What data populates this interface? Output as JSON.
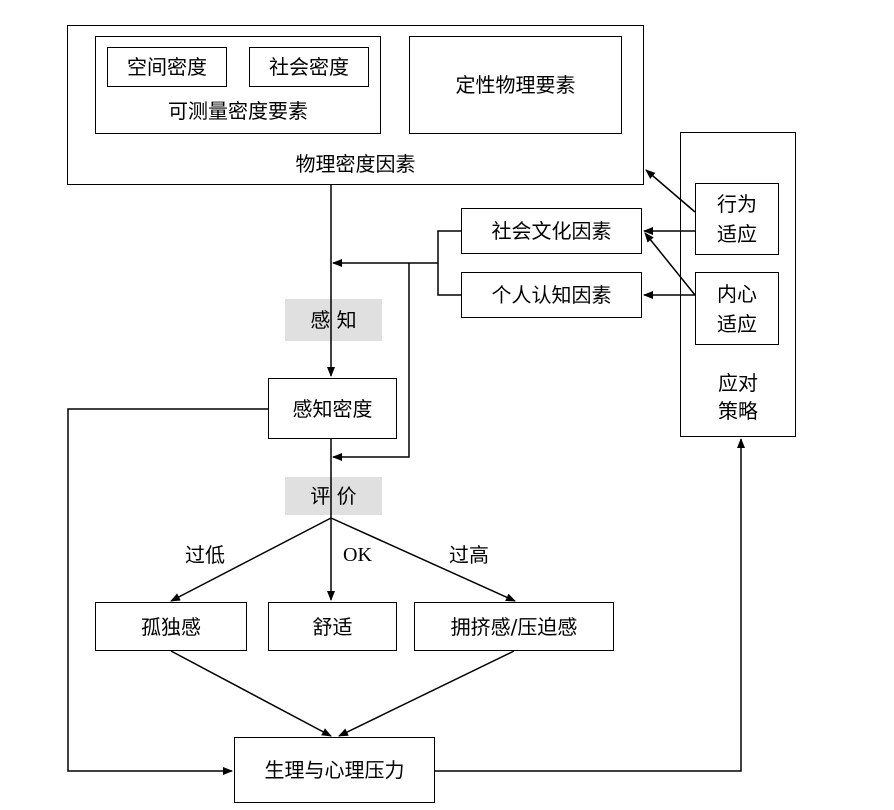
{
  "nodes": {
    "physical_density_factors": "物理密度因素",
    "measurable_density_elements": "可测量密度要素",
    "spatial_density": "空间密度",
    "social_density": "社会密度",
    "qualitative_physical_elements": "定性物理要素",
    "sociocultural_factors": "社会文化因素",
    "personal_cognitive_factors": "个人认知因素",
    "perceived_density": "感知密度",
    "isolation": "孤独感",
    "comfort": "舒适",
    "crowding": "拥挤感/压迫感",
    "stress": "生理与心理压力",
    "behavioral_adaptation_line1": "行为",
    "behavioral_adaptation_line2": "适应",
    "psychological_adaptation_line1": "内心",
    "psychological_adaptation_line2": "适应",
    "coping_strategy_line1": "应对",
    "coping_strategy_line2": "策略"
  },
  "stages": {
    "perception": "感 知",
    "evaluation": "评 价"
  },
  "edge_labels": {
    "too_low": "过低",
    "ok": "OK",
    "too_high": "过高"
  }
}
